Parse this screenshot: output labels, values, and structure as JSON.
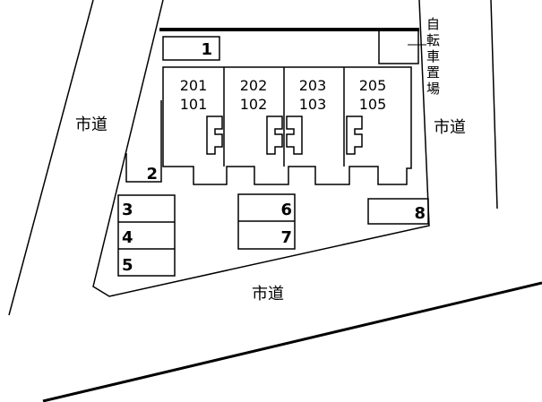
{
  "roads": {
    "left": "市道",
    "right": "市道",
    "bottom": "市道"
  },
  "bicycle_parking": {
    "label": [
      "自",
      "転",
      "車",
      "置",
      "場"
    ]
  },
  "units": [
    {
      "upper": "201",
      "lower": "101"
    },
    {
      "upper": "202",
      "lower": "102"
    },
    {
      "upper": "203",
      "lower": "103"
    },
    {
      "upper": "205",
      "lower": "105"
    }
  ],
  "parking": {
    "slot_1": "1",
    "slot_2": "2",
    "slot_3": "3",
    "slot_4": "4",
    "slot_5": "5",
    "slot_6": "6",
    "slot_7": "7",
    "slot_8": "8"
  }
}
